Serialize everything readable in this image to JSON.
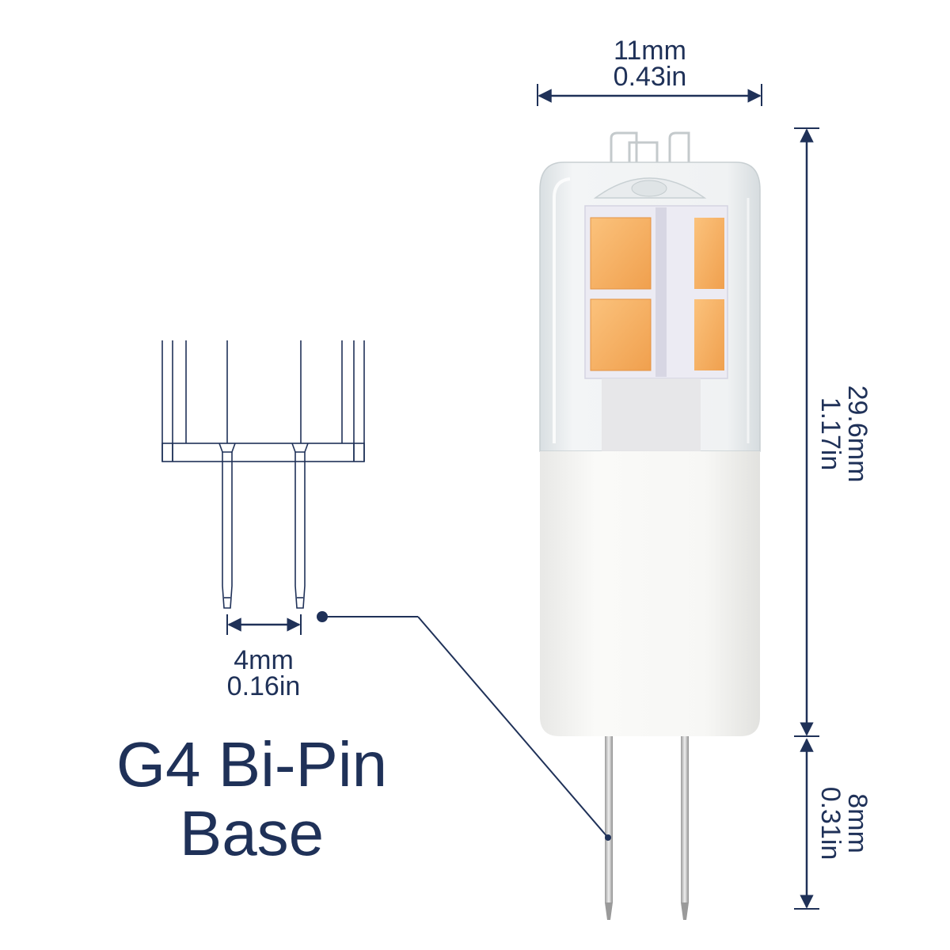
{
  "colors": {
    "ink": "#1f3158",
    "led": "#f7b266",
    "led_dark": "#e9963f",
    "base_white": "#f6f6f4",
    "glass": "#e8edf0"
  },
  "dimensions": {
    "width_mm": "11mm",
    "width_in": "0.43in",
    "height_mm": "29.6mm",
    "height_in": "1.17in",
    "pin_length_mm": "8mm",
    "pin_length_in": "0.31in",
    "pin_spacing_mm": "4mm",
    "pin_spacing_in": "0.16in"
  },
  "title": {
    "line1": "G4 Bi-Pin",
    "line2": "Base"
  },
  "icons": {
    "bulb": "g4-led-bulb-illustration",
    "pins": "bi-pin-base-drawing"
  }
}
